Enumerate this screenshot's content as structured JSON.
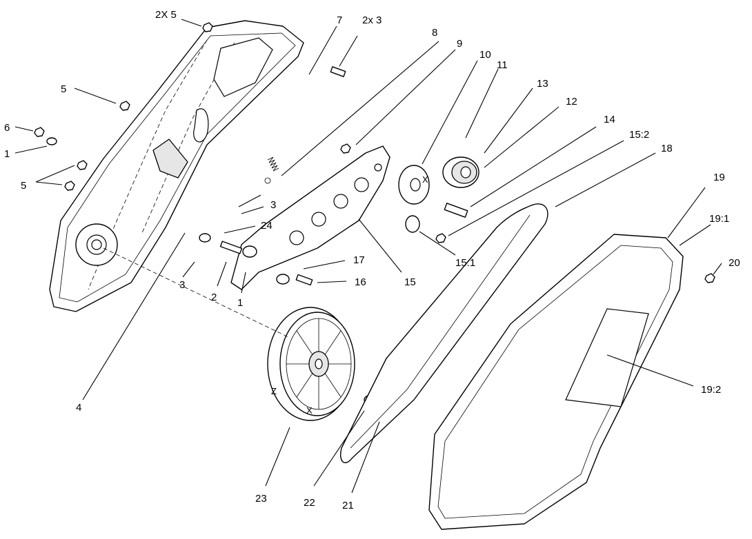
{
  "callouts": {
    "c_2x5": "2X 5",
    "c_7": "7",
    "c_2x3": "2x 3",
    "c_8": "8",
    "c_9": "9",
    "c_10": "10",
    "c_11": "11",
    "c_13": "13",
    "c_12": "12",
    "c_14": "14",
    "c_15_2": "15:2",
    "c_18": "18",
    "c_5a": "5",
    "c_6": "6",
    "c_1a": "1",
    "c_5b": "5",
    "c_3a": "3",
    "c_24": "24",
    "c_17": "17",
    "c_16": "16",
    "c_15": "15",
    "c_15_1": "15:1",
    "c_19": "19",
    "c_19_1": "19:1",
    "c_20": "20",
    "c_3b": "3",
    "c_2": "2",
    "c_1b": "1",
    "c_4": "4",
    "c_19_2": "19:2",
    "c_23": "23",
    "c_22": "22",
    "c_21": "21"
  },
  "marks": {
    "x_pulley": "X",
    "x_wheel": "X",
    "z_wheel": "Z"
  }
}
